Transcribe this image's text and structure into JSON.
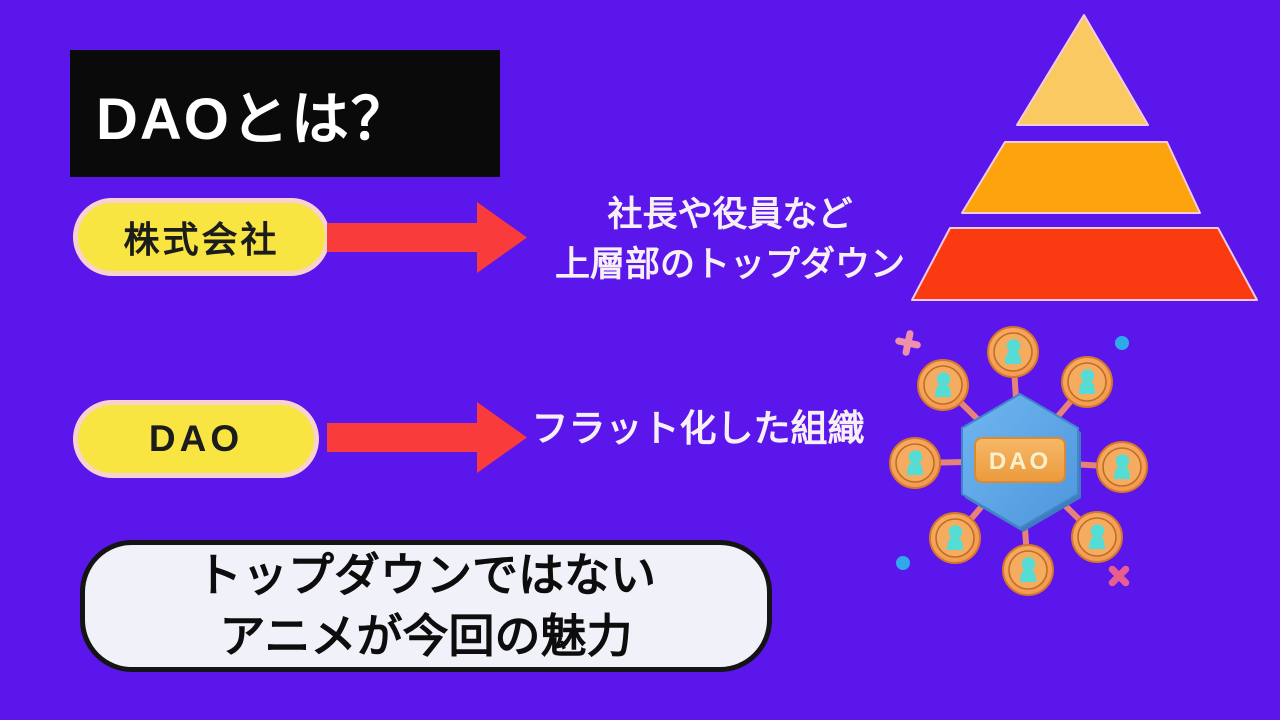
{
  "title": "DAOとは？",
  "comparison": [
    {
      "label": "株式会社",
      "description_lines": [
        "社長や役員など",
        "上層部のトップダウン"
      ]
    },
    {
      "label": "DAO",
      "description_lines": [
        "フラット化した組織"
      ]
    }
  ],
  "note_lines": [
    "トップダウンではない",
    "アニメが今回の魅力"
  ],
  "illustration": {
    "pyramid_levels": 3,
    "dao_badge_label": "DAO",
    "member_count": 8
  },
  "colors": {
    "background": "#5A16EB",
    "title_bg": "#0A0A0A",
    "title_text": "#FFFFFF",
    "pill_bg": "#F8E542",
    "pill_border": "#F8D2CD",
    "arrow_red": "#F93B3B",
    "description_text": "#F6EFF4",
    "pyramid_top": "#FBC961",
    "pyramid_middle": "#FCA30D",
    "pyramid_bottom": "#FC3A12",
    "note_bg": "#F0F1F9",
    "note_border": "#141414",
    "hexagon_blue": "#5CA7E9",
    "coin_orange": "#F3A055",
    "member_teal": "#55DCD5",
    "spoke_salmon": "#E5837B",
    "badge_orange": "#F2A54B",
    "badge_text": "#FBF0CC",
    "sparkle_pink": "#EE8FAC",
    "dot_blue": "#2FA9E9"
  }
}
